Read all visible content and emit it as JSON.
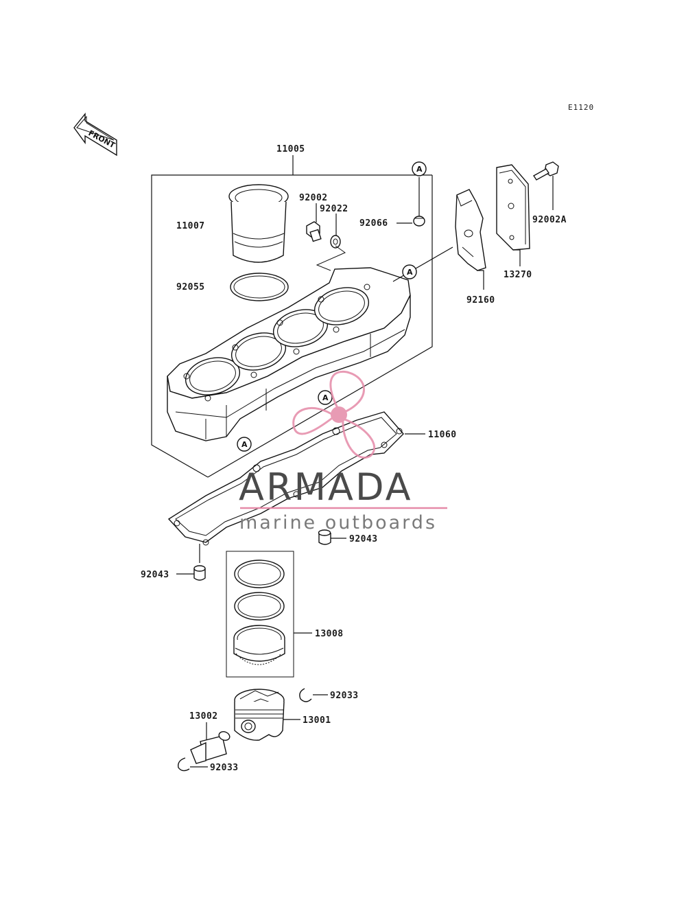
{
  "diagram_code": "E1120",
  "front_label": "FRONT",
  "callout_marker": "A",
  "parts": {
    "p11005": "11005",
    "p11007": "11007",
    "p92055": "92055",
    "p92002": "92002",
    "p92022": "92022",
    "p92066": "92066",
    "p92160": "92160",
    "p13270": "13270",
    "p92002A": "92002A",
    "p11060": "11060",
    "p92043_right": "92043",
    "p92043_left": "92043",
    "p13008": "13008",
    "p92033_top": "92033",
    "p13001": "13001",
    "p13002": "13002",
    "p92033_bottom": "92033"
  },
  "watermark": {
    "title": "ARMADA",
    "subtitle": "marine outboards",
    "accent_color": "#e58aa8",
    "text_color": "#4a4a4a"
  }
}
